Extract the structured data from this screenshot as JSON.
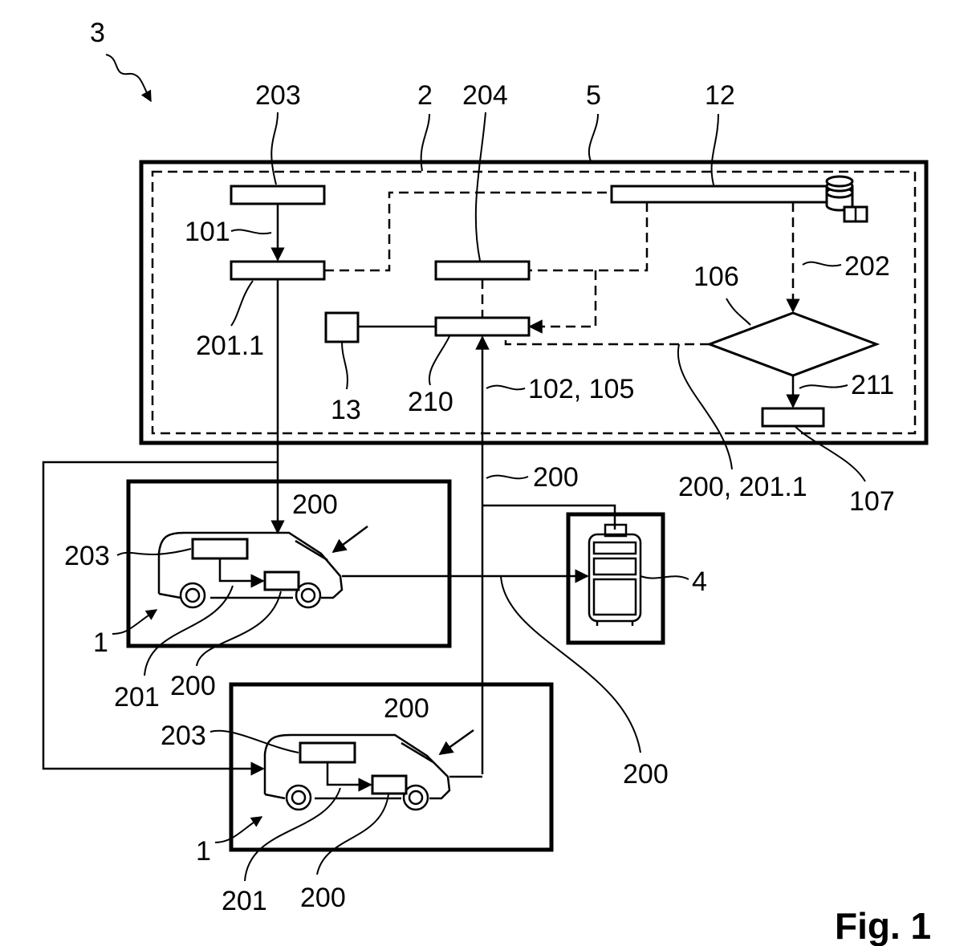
{
  "figure_label": "Fig. 1",
  "labels": {
    "system": "3",
    "r203_top": "203",
    "r2": "2",
    "r204": "204",
    "r5": "5",
    "r12": "12",
    "r101": "101",
    "r202": "202",
    "r106": "106",
    "r201_1": "201.1",
    "r13": "13",
    "r210": "210",
    "r102_105": "102, 105",
    "r211": "211",
    "r200_201_1": "200, 201.1",
    "r107": "107",
    "r200_right": "200",
    "r200_van1": "200",
    "r203_van1": "203",
    "r4": "4",
    "r1_van1": "1",
    "r201_van1": "201",
    "r200_van1_bottom": "200",
    "r200_van2": "200",
    "r203_van2": "203",
    "r200_long": "200",
    "r1_van2": "1",
    "r201_van2": "201",
    "r200_van2_bottom": "200"
  }
}
